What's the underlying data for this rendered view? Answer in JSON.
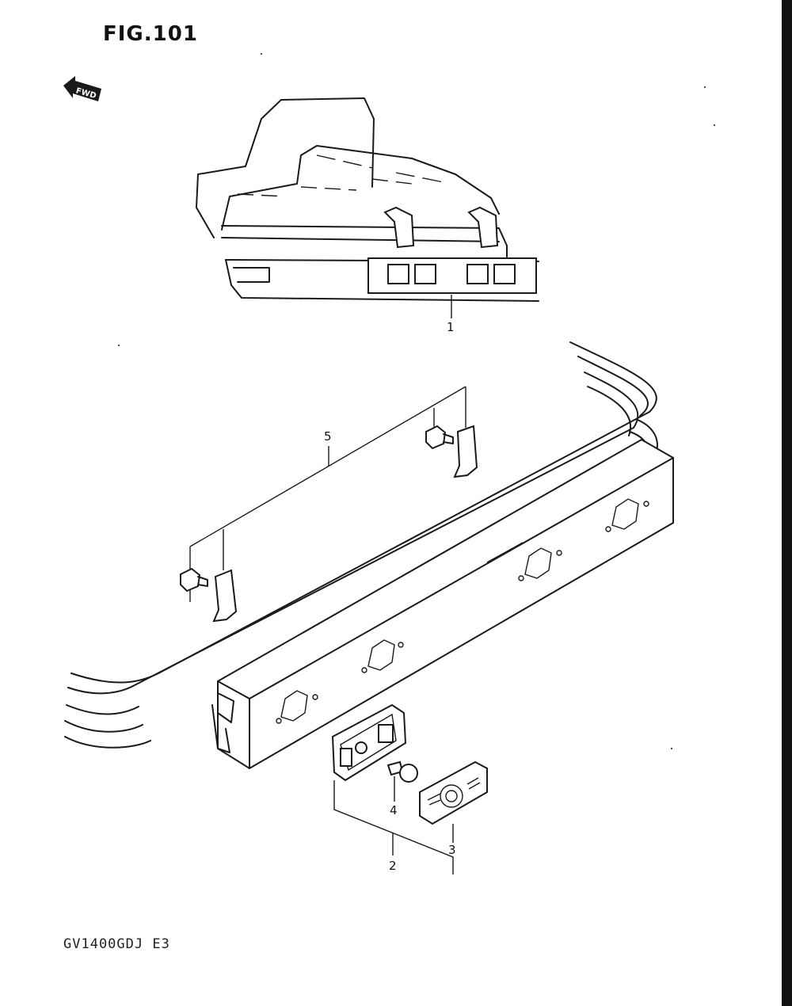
{
  "figure": {
    "title": "FIG.101",
    "model_code": "GV1400GDJ E3"
  },
  "direction_arrow": {
    "label": "FWD",
    "icon": "fwd-arrow-icon"
  },
  "callouts": [
    {
      "number": "1"
    },
    {
      "number": "2"
    },
    {
      "number": "3"
    },
    {
      "number": "4"
    },
    {
      "number": "5"
    }
  ]
}
